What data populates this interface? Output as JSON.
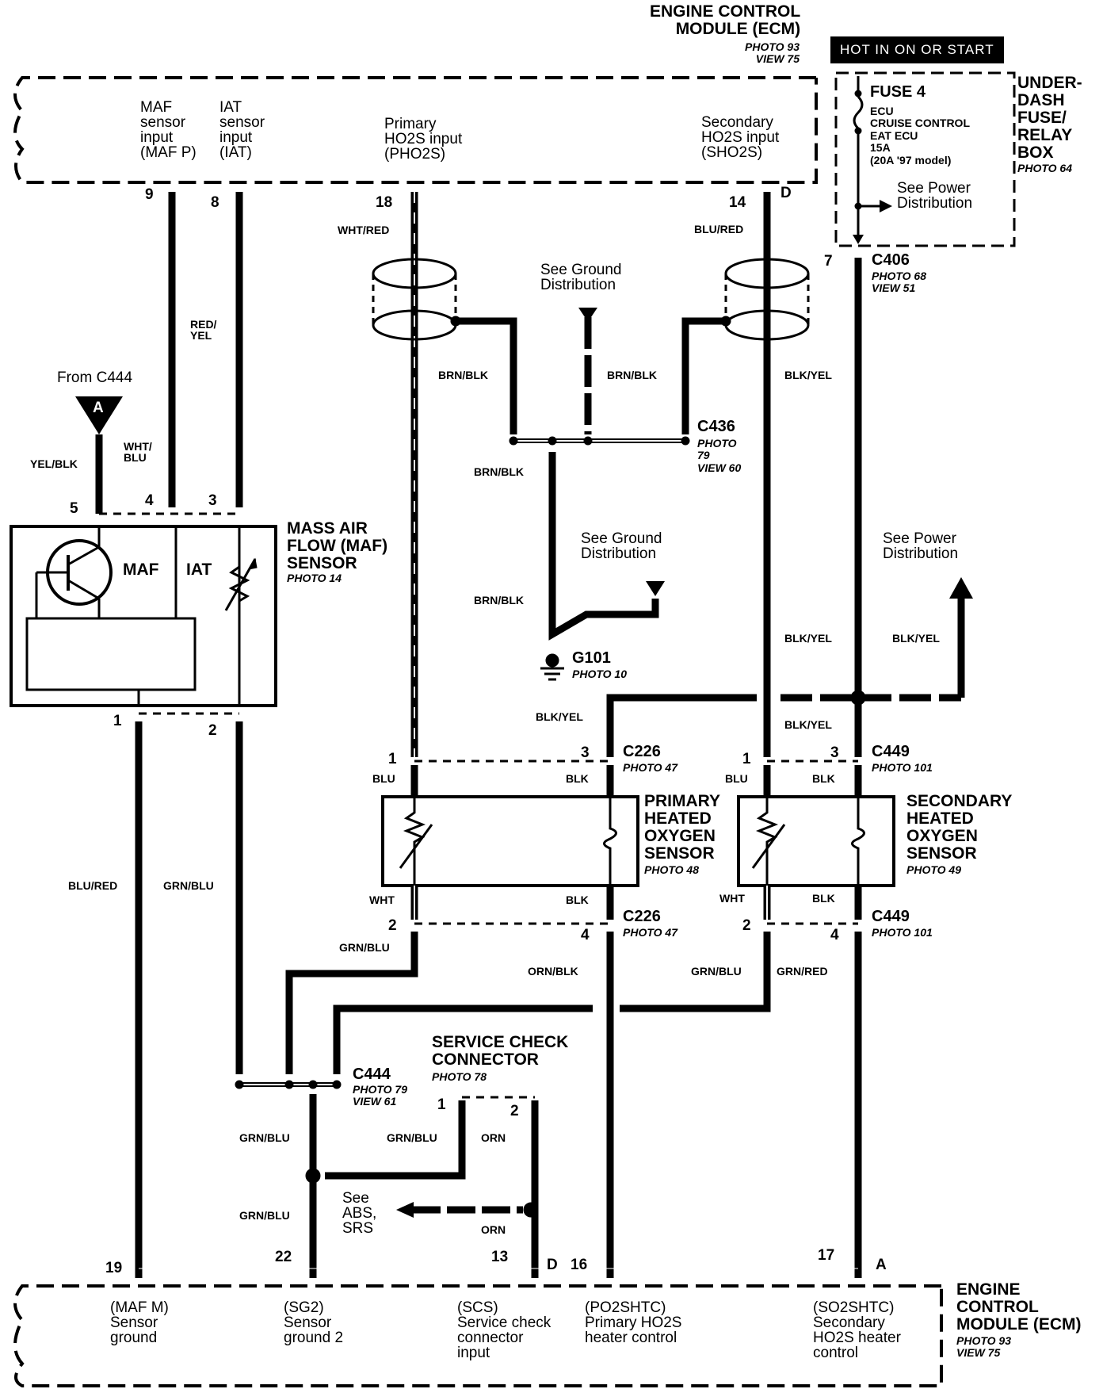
{
  "ecm_top": {
    "title": "ENGINE CONTROL\nMODULE (ECM)",
    "photo": "PHOTO 93\nVIEW 75",
    "inputs": {
      "maf_p": "MAF\nsensor\ninput\n(MAF P)",
      "iat": "IAT\nsensor\ninput\n(IAT)",
      "pho2s": "Primary\nHO2S input\n(PHO2S)",
      "sho2s": "Secondary\nHO2S input\n(SHO2S)"
    }
  },
  "fuse_box": {
    "hot_label": "HOT IN ON OR START",
    "fuse": "FUSE 4",
    "fuse_desc": "ECU\nCRUISE CONTROL\nEAT ECU\n15A\n(20A '97 model)",
    "see_power": "See Power\nDistribution",
    "title": "UNDER-\nDASH\nFUSE/\nRELAY\nBOX",
    "photo": "PHOTO 64"
  },
  "pins": {
    "p9": "9",
    "p8": "8",
    "p18": "18",
    "p14": "14",
    "pD_top": "D",
    "p7": "7",
    "maf5": "5",
    "maf4": "4",
    "maf3": "3",
    "maf1": "1",
    "maf2": "2",
    "c226_1": "1",
    "c226_3": "3",
    "c226_2": "2",
    "c226_4": "4",
    "c449_1": "1",
    "c449_3": "3",
    "c449_2": "2",
    "c449_4": "4",
    "scc1": "1",
    "scc2": "2",
    "b19": "19",
    "b22": "22",
    "b13": "13",
    "bD": "D",
    "b16": "16",
    "b17": "17",
    "bA": "A"
  },
  "wires": {
    "wht_red": "WHT/RED",
    "blu_red_top": "BLU/RED",
    "red_yel": "RED/\nYEL",
    "brn_blk_l": "BRN/BLK",
    "brn_blk_r": "BRN/BLK",
    "blk_yel_1": "BLK/YEL",
    "yel_blk": "YEL/BLK",
    "wht_blu": "WHT/\nBLU",
    "brn_blk_c1": "BRN/BLK",
    "brn_blk_c2": "BRN/BLK",
    "blk_yel_2": "BLK/YEL",
    "blk_yel_3": "BLK/YEL",
    "blk_yel_4": "BLK/YEL",
    "blk_yel_5": "BLK/YEL",
    "blu_1": "BLU",
    "blk_1": "BLK",
    "blu_2": "BLU",
    "blk_2": "BLK",
    "wht_1": "WHT",
    "blk_3": "BLK",
    "wht_2": "WHT",
    "blk_4": "BLK",
    "blu_red_l": "BLU/RED",
    "grn_blu_l": "GRN/BLU",
    "grn_blu_2": "GRN/BLU",
    "orn_blk": "ORN/BLK",
    "grn_blu_3": "GRN/BLU",
    "grn_red": "GRN/RED",
    "grn_blu_4": "GRN/BLU",
    "grn_blu_5": "GRN/BLU",
    "orn_1": "ORN",
    "grn_blu_6": "GRN/BLU",
    "orn_2": "ORN"
  },
  "connectors": {
    "c406": "C406",
    "c406_photo": "PHOTO 68\nVIEW 51",
    "c436": "C436",
    "c436_photo": "PHOTO\n79\nVIEW 60",
    "c226a": "C226",
    "c226a_photo": "PHOTO 47",
    "c226b": "C226",
    "c226b_photo": "PHOTO 47",
    "c449a": "C449",
    "c449a_photo": "PHOTO 101",
    "c449b": "C449",
    "c449b_photo": "PHOTO 101",
    "c444": "C444",
    "c444_photo": "PHOTO 79\nVIEW 61",
    "g101": "G101",
    "g101_photo": "PHOTO 10"
  },
  "refs": {
    "see_ground_1": "See Ground\nDistribution",
    "see_ground_2": "See Ground\nDistribution",
    "see_power_2": "See Power\nDistribution",
    "from_c444": "From C444",
    "ref_a": "A",
    "see_abs": "See\nABS,\nSRS"
  },
  "components": {
    "maf_title": "MASS AIR\nFLOW (MAF)\nSENSOR",
    "maf_photo": "PHOTO 14",
    "maf": "MAF",
    "iat": "IAT",
    "primary_title": "PRIMARY\nHEATED\nOXYGEN\nSENSOR",
    "primary_photo": "PHOTO 48",
    "secondary_title": "SECONDARY\nHEATED\nOXYGEN\nSENSOR",
    "secondary_photo": "PHOTO 49",
    "scc_title": "SERVICE CHECK\nCONNECTOR",
    "scc_photo": "PHOTO 78"
  },
  "ecm_bottom": {
    "title": "ENGINE\nCONTROL\nMODULE (ECM)",
    "photo": "PHOTO 93\nVIEW 75",
    "outputs": {
      "maf_m": "(MAF M)\nSensor\nground",
      "sg2": "(SG2)\nSensor\nground 2",
      "scs": "(SCS)\nService check\nconnector\ninput",
      "po2shtc": "(PO2SHTC)\nPrimary HO2S\nheater control",
      "so2shtc": "(SO2SHTC)\nSecondary\nHO2S heater\ncontrol"
    }
  }
}
